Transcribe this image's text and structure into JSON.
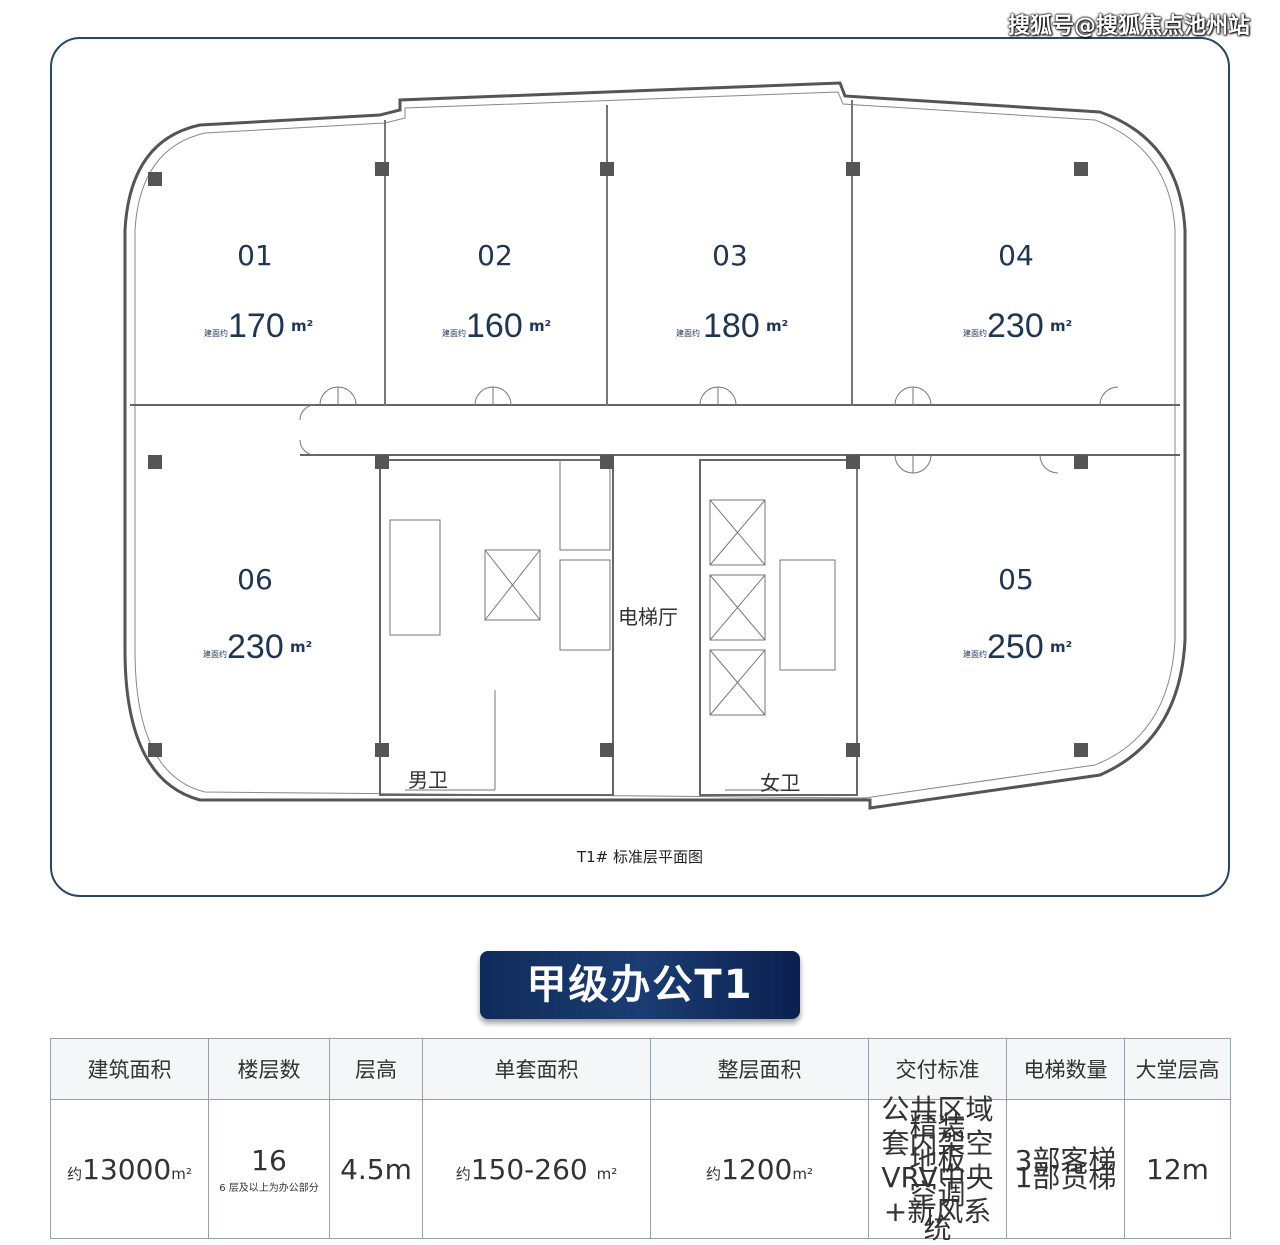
{
  "watermark": "搜狐号@搜狐焦点池州站",
  "units": [
    {
      "no": "01",
      "area_prefix": "建面约",
      "area": "170",
      "unit": "m²"
    },
    {
      "no": "02",
      "area_prefix": "建面约",
      "area": "160",
      "unit": "m²"
    },
    {
      "no": "03",
      "area_prefix": "建面约",
      "area": "180",
      "unit": "m²"
    },
    {
      "no": "04",
      "area_prefix": "建面约",
      "area": "230",
      "unit": "m²"
    },
    {
      "no": "05",
      "area_prefix": "建面约",
      "area": "250",
      "unit": "m²"
    },
    {
      "no": "06",
      "area_prefix": "建面约",
      "area": "230",
      "unit": "m²"
    }
  ],
  "rooms": {
    "elevator_hall": "电梯厅",
    "mens": "男卫",
    "womens": "女卫"
  },
  "plan_title": "T1# 标准层平面图",
  "banner": "甲级办公T1",
  "table": {
    "headers": [
      "建筑面积",
      "楼层数",
      "层高",
      "单套面积",
      "整层面积",
      "交付标准",
      "电梯数量",
      "大堂层高"
    ],
    "gfa_prefix": "约",
    "gfa": "13000",
    "gfa_unit": "m²",
    "floors": "16",
    "floors_note": "6 层及以上为办公部分",
    "height": "4.5m",
    "unit_prefix": "约",
    "unit_area": "150-260",
    "unit_unit": "m²",
    "floor_prefix": "约",
    "floor_area": "1200",
    "floor_unit": "m²",
    "delivery": [
      "公共区域精装",
      "套内架空地板",
      "VRV中央空调",
      "+新风系统"
    ],
    "elevators": [
      "3部客梯",
      "1部货梯"
    ],
    "lobby_height": "12m"
  },
  "colors": {
    "accent": "#1f3556",
    "banner": "#0f2b59",
    "frame": "#274766"
  }
}
